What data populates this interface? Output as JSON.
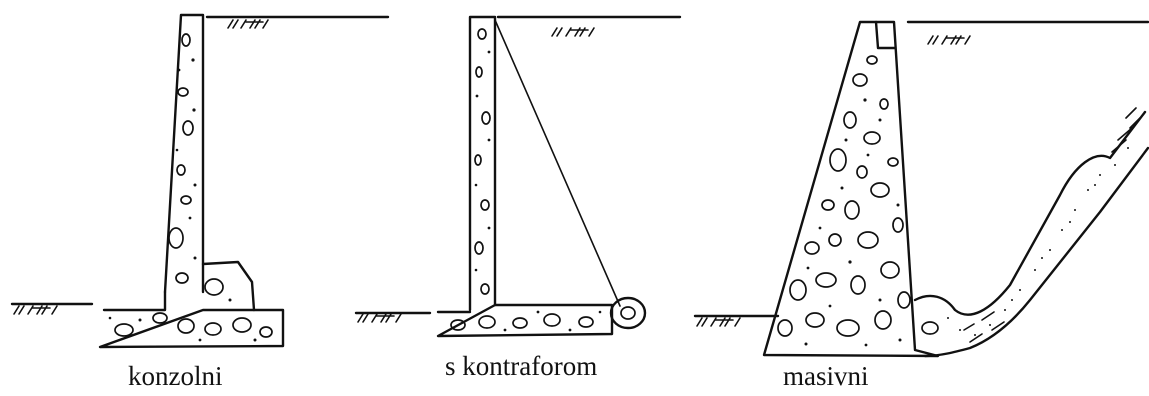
{
  "figure": {
    "walls": [
      {
        "id": "cantilever",
        "caption": "konzolni"
      },
      {
        "id": "counterfort",
        "caption": "s kontraforom"
      },
      {
        "id": "gravity",
        "caption": "masivni"
      }
    ]
  },
  "colors": {
    "ink": "#111111",
    "background": "#ffffff"
  }
}
